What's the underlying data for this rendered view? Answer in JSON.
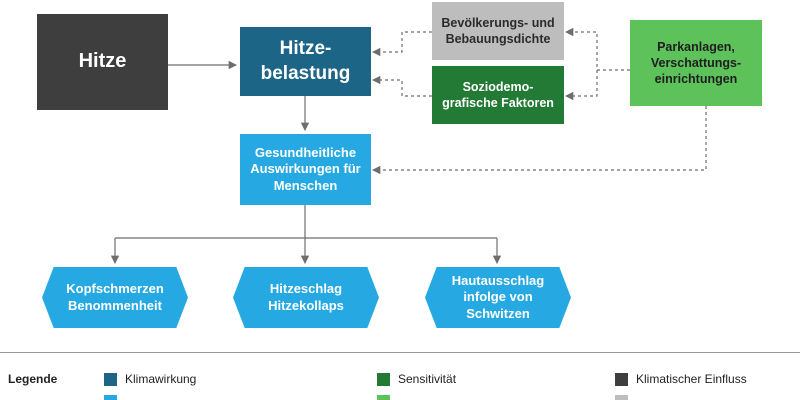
{
  "nodes": {
    "hitze": "Hitze",
    "hitzebelastung": "Hitze-\nbelastung",
    "bevoelkerungsdichte": "Bevölkerungs- und\nBebauungsdichte",
    "soziodemografisch": "Soziodemo-\ngrafische Faktoren",
    "parkanlagen": "Parkanlagen,\nVerschattungs-\neinrichtungen",
    "gesundheit": "Gesundheitliche\nAuswirkungen für\nMenschen",
    "kopfschmerzen": "Kopfschmerzen\nBenommenheit",
    "hitzeschlag": "Hitzeschlag\nHitzekollaps",
    "hautausschlag": "Hautausschlag\ninfolge von\nSchwitzen"
  },
  "legend": {
    "title": "Legende",
    "items": [
      {
        "label": "Klimawirkung",
        "color": "#1d6586"
      },
      {
        "label": "Sensitivität",
        "color": "#227a34"
      },
      {
        "label": "Klimatischer Einfluss",
        "color": "#3e3e3e"
      },
      {
        "label": "",
        "color": "#26a9e3"
      },
      {
        "label": "",
        "color": "#5ec25b"
      },
      {
        "label": "",
        "color": "#bdbdbd"
      }
    ]
  },
  "colors": {
    "klimawirkung": "#1d6586",
    "sensitivitaet": "#227a34",
    "klimatischer_einfluss": "#3e3e3e",
    "auswirkung": "#26a9e3",
    "anpassung": "#5ec25b",
    "sonstiger_einfluss": "#bdbdbd"
  }
}
